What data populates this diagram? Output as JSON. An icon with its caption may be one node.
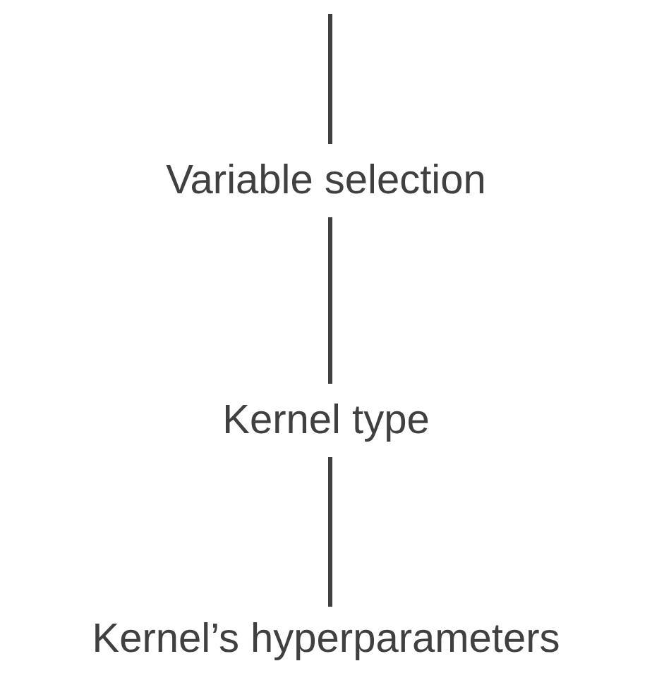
{
  "diagram": {
    "nodes": [
      {
        "text": [
          "Variable selection"
        ]
      },
      {
        "text": [
          "Kernel type"
        ]
      },
      {
        "text": [
          "Kernel’s hyperparameters"
        ]
      }
    ],
    "edges": [
      {
        "from": null,
        "to": 0,
        "arrow": "none"
      },
      {
        "from": 0,
        "to": 1,
        "arrow": "none"
      },
      {
        "from": 1,
        "to": 2,
        "arrow": "none"
      }
    ]
  }
}
